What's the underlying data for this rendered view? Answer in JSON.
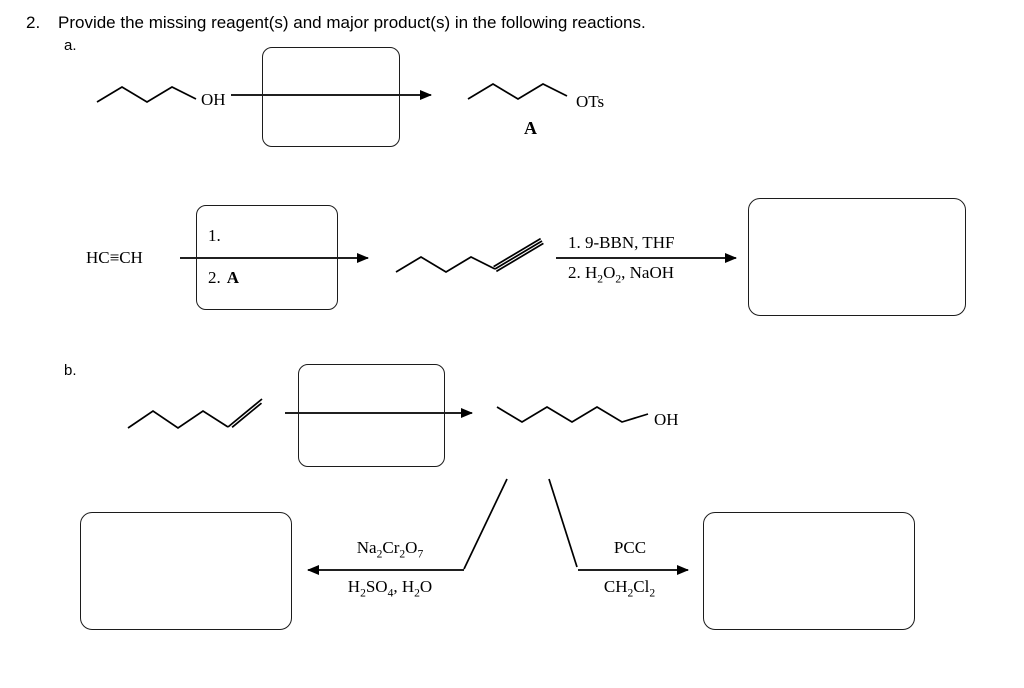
{
  "page": {
    "question_number": "2.",
    "question_title": "Provide the missing reagent(s) and major product(s) in the following reactions."
  },
  "part_a": {
    "label": "a.",
    "rxn1": {
      "reactant_oh": "OH",
      "product_ots": "OTs",
      "product_letter": "A"
    },
    "rxn2": {
      "reactant": "HC≡CH",
      "step1": "1.",
      "step2_prefix": "2.",
      "step2_reagent": "A",
      "cond1": "1. 9-BBN, THF",
      "cond2": "2. H2O2, NaOH"
    }
  },
  "part_b": {
    "label": "b.",
    "rxn": {
      "product_oh": "OH"
    },
    "left_branch": {
      "cond1": "Na2Cr2O7",
      "cond2": "H2SO4, H2O"
    },
    "right_branch": {
      "cond1": "PCC",
      "cond2": "CH2Cl2"
    }
  },
  "structures": {
    "rxn1_reactant": "1-butanol-skeleton",
    "rxn1_product": "butyl-tosylate-skeleton",
    "rxn2_intermediate": "1-hexyne-skeleton",
    "rxnb_reactant": "1-hexene-skeleton",
    "rxnb_product": "1-hexanol-skeleton"
  }
}
